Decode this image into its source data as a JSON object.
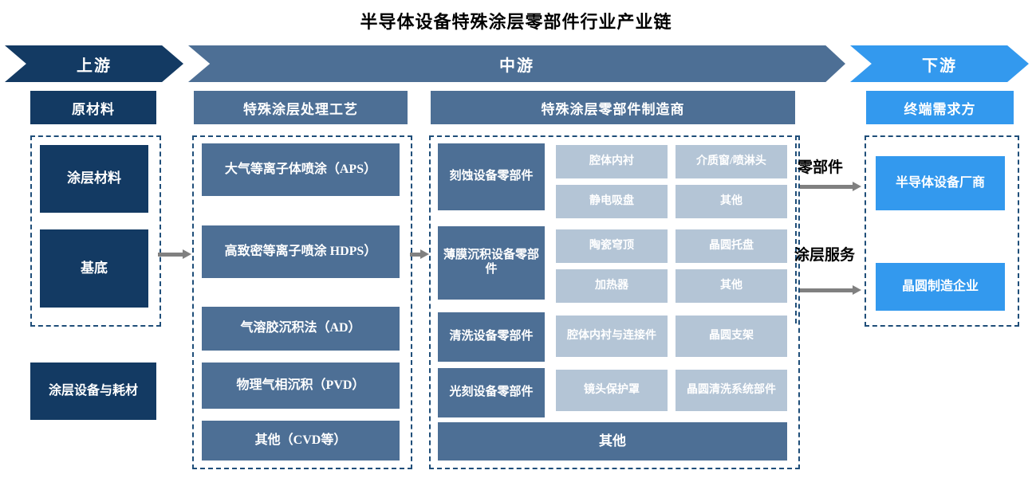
{
  "title": "半导体设备特殊涂层零部件行业产业链",
  "colors": {
    "navy": "#133A63",
    "steel": "#4D6F95",
    "light_steel": "#B4C5D6",
    "bright_blue": "#3399EE",
    "dash_border": "#1F4E79",
    "arrow_gray": "#808080"
  },
  "stages": {
    "upstream": "上游",
    "midstream": "中游",
    "downstream": "下游"
  },
  "upstream": {
    "header": "原材料",
    "items": [
      "涂层材料",
      "基底"
    ],
    "standalone": "涂层设备与耗材"
  },
  "midstream_process": {
    "header": "特殊涂层处理工艺",
    "items": [
      "大气等离子体喷涂（APS）",
      "高致密等离子喷涂 HDPS）",
      "气溶胶沉积法（AD）",
      "物理气相沉积（PVD）",
      "其他（CVD等）"
    ]
  },
  "midstream_maker": {
    "header": "特殊涂层零部件制造商",
    "groups": [
      {
        "category": "刻蚀设备零部件",
        "parts": [
          "腔体内衬",
          "介质窗/喷淋头",
          "静电吸盘",
          "其他"
        ]
      },
      {
        "category": "薄膜沉积设备零部件",
        "parts": [
          "陶瓷穹顶",
          "晶圆托盘",
          "加热器",
          "其他"
        ]
      },
      {
        "category": "清洗设备零部件",
        "parts": [
          "腔体内衬与连接件",
          "晶圆支架"
        ]
      },
      {
        "category": "光刻设备零部件",
        "parts": [
          "镜头保护罩",
          "晶圆清洗系统部件"
        ]
      }
    ],
    "footer": "其他"
  },
  "downstream": {
    "header": "终端需求方",
    "items": [
      "半导体设备厂商",
      "晶圆制造企业"
    ]
  },
  "flow_labels": [
    "零部件",
    "涂层服务"
  ]
}
